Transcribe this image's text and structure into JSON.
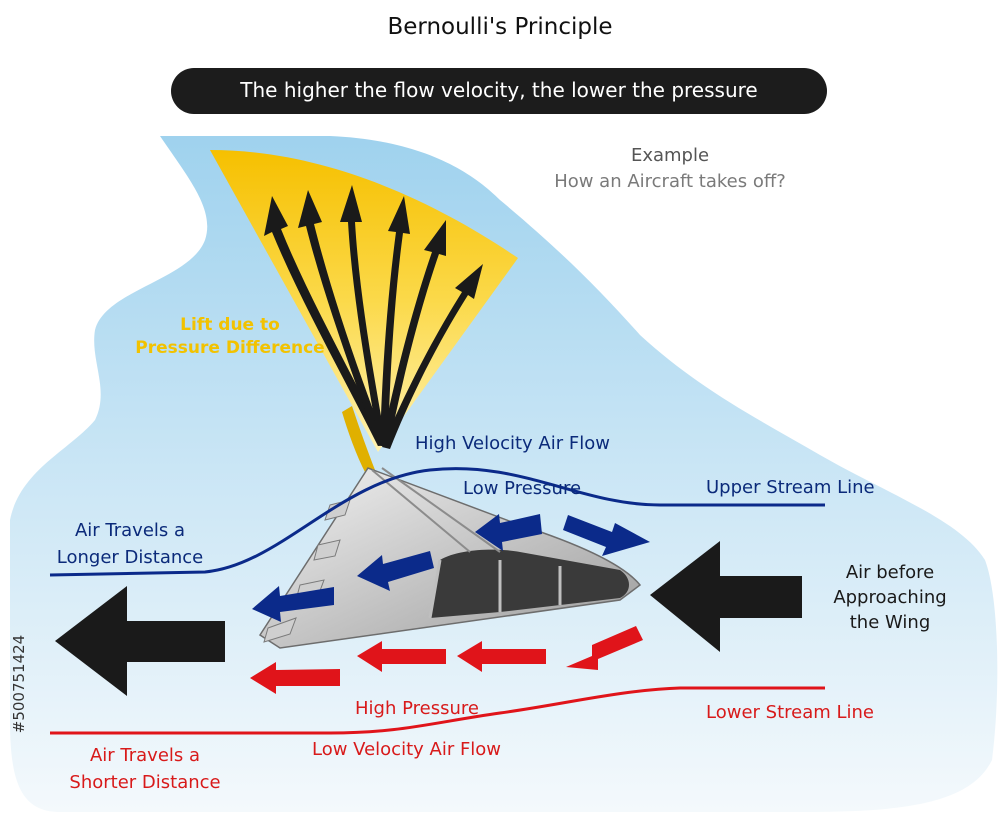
{
  "title": "Bernoulli's Principle",
  "subtitle": "The higher the flow velocity, the lower the pressure",
  "example": {
    "heading": "Example",
    "question": "How an Aircraft takes off?"
  },
  "labels": {
    "lift_line1": "Lift due to",
    "lift_line2": "Pressure Difference",
    "high_velocity": "High Velocity Air Flow",
    "low_pressure": "Low Pressure",
    "upper_stream": "Upper Stream Line",
    "longer_line1": "Air Travels a",
    "longer_line2": "Longer Distance",
    "before_line1": "Air before",
    "before_line2": "Approaching",
    "before_line3": "the Wing",
    "high_pressure": "High Pressure",
    "lower_stream": "Lower Stream Line",
    "low_velocity": "Low Velocity Air Flow",
    "shorter_line1": "Air Travels a",
    "shorter_line2": "Shorter Distance"
  },
  "watermark_id": "#500751424",
  "colors": {
    "sky": "#a9d7ee",
    "lift_fan": "#f7c20a",
    "upper_flow": "#0b2a8a",
    "lower_flow": "#e0141a",
    "air_arrow": "#1a1a1a",
    "banner": "#1c1c1c"
  },
  "icons": [
    "lift-arrow-icon",
    "air-arrow-icon",
    "wing-icon"
  ]
}
